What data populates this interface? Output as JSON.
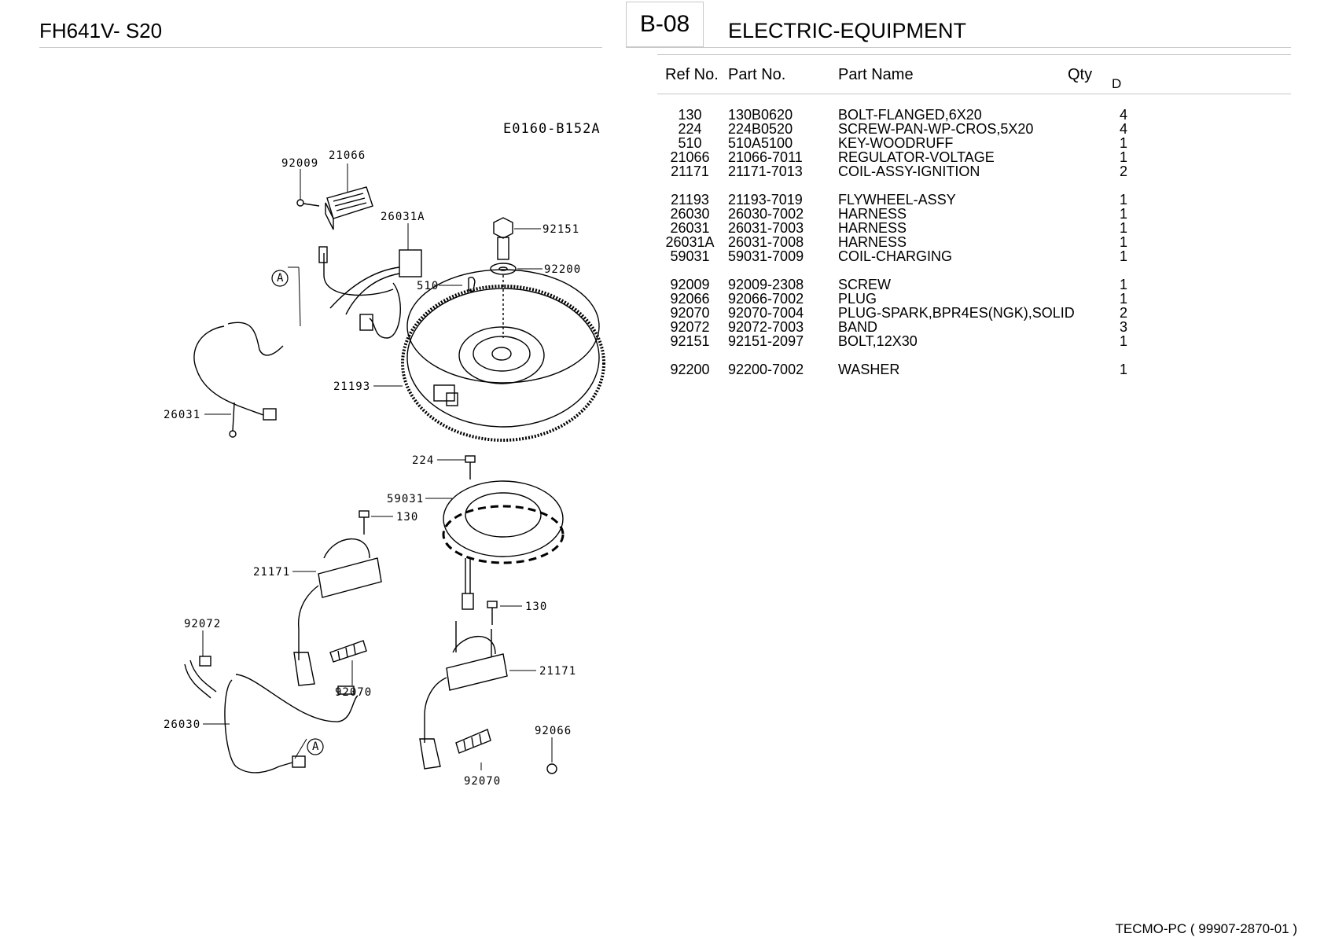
{
  "header": {
    "model": "FH641V- S20",
    "section_code": "B-08",
    "section_title": "ELECTRIC-EQUIPMENT"
  },
  "columns": {
    "ref_no": "Ref No.",
    "part_no": "Part No.",
    "part_name": "Part Name",
    "qty": "Qty",
    "d": "D"
  },
  "parts": [
    {
      "ref": "130",
      "part": "130B0620",
      "name": "BOLT-FLANGED,6X20",
      "qty": "4"
    },
    {
      "ref": "224",
      "part": "224B0520",
      "name": "SCREW-PAN-WP-CROS,5X20",
      "qty": "4"
    },
    {
      "ref": "510",
      "part": "510A5100",
      "name": "KEY-WOODRUFF",
      "qty": "1"
    },
    {
      "ref": "21066",
      "part": "21066-7011",
      "name": "REGULATOR-VOLTAGE",
      "qty": "1"
    },
    {
      "ref": "21171",
      "part": "21171-7013",
      "name": "COIL-ASSY-IGNITION",
      "qty": "2"
    },
    {
      "ref": "21193",
      "part": "21193-7019",
      "name": "FLYWHEEL-ASSY",
      "qty": "1"
    },
    {
      "ref": "26030",
      "part": "26030-7002",
      "name": "HARNESS",
      "qty": "1"
    },
    {
      "ref": "26031",
      "part": "26031-7003",
      "name": "HARNESS",
      "qty": "1"
    },
    {
      "ref": "26031A",
      "part": "26031-7008",
      "name": "HARNESS",
      "qty": "1"
    },
    {
      "ref": "59031",
      "part": "59031-7009",
      "name": "COIL-CHARGING",
      "qty": "1"
    },
    {
      "ref": "92009",
      "part": "92009-2308",
      "name": "SCREW",
      "qty": "1"
    },
    {
      "ref": "92066",
      "part": "92066-7002",
      "name": "PLUG",
      "qty": "1"
    },
    {
      "ref": "92070",
      "part": "92070-7004",
      "name": "PLUG-SPARK,BPR4ES(NGK),SOLID",
      "qty": "2"
    },
    {
      "ref": "92072",
      "part": "92072-7003",
      "name": "BAND",
      "qty": "3"
    },
    {
      "ref": "92151",
      "part": "92151-2097",
      "name": "BOLT,12X30",
      "qty": "1"
    },
    {
      "ref": "92200",
      "part": "92200-7002",
      "name": "WASHER",
      "qty": "1"
    }
  ],
  "diagram": {
    "drawing_code": "E0160-B152A",
    "callouts": {
      "c92009": "92009",
      "c21066": "21066",
      "c26031A": "26031A",
      "c92151": "92151",
      "c92200": "92200",
      "c510": "510",
      "cA1": "A",
      "c21193": "21193",
      "c26031": "26031",
      "c224": "224",
      "c59031": "59031",
      "c130a": "130",
      "c21171a": "21171",
      "c130b": "130",
      "c92072": "92072",
      "c92070a": "92070",
      "c21171b": "21171",
      "c26030": "26030",
      "cA2": "A",
      "c92066": "92066",
      "c92070b": "92070"
    }
  },
  "footer": {
    "text": "TECMO-PC  ( 99907-2870-01 )"
  }
}
